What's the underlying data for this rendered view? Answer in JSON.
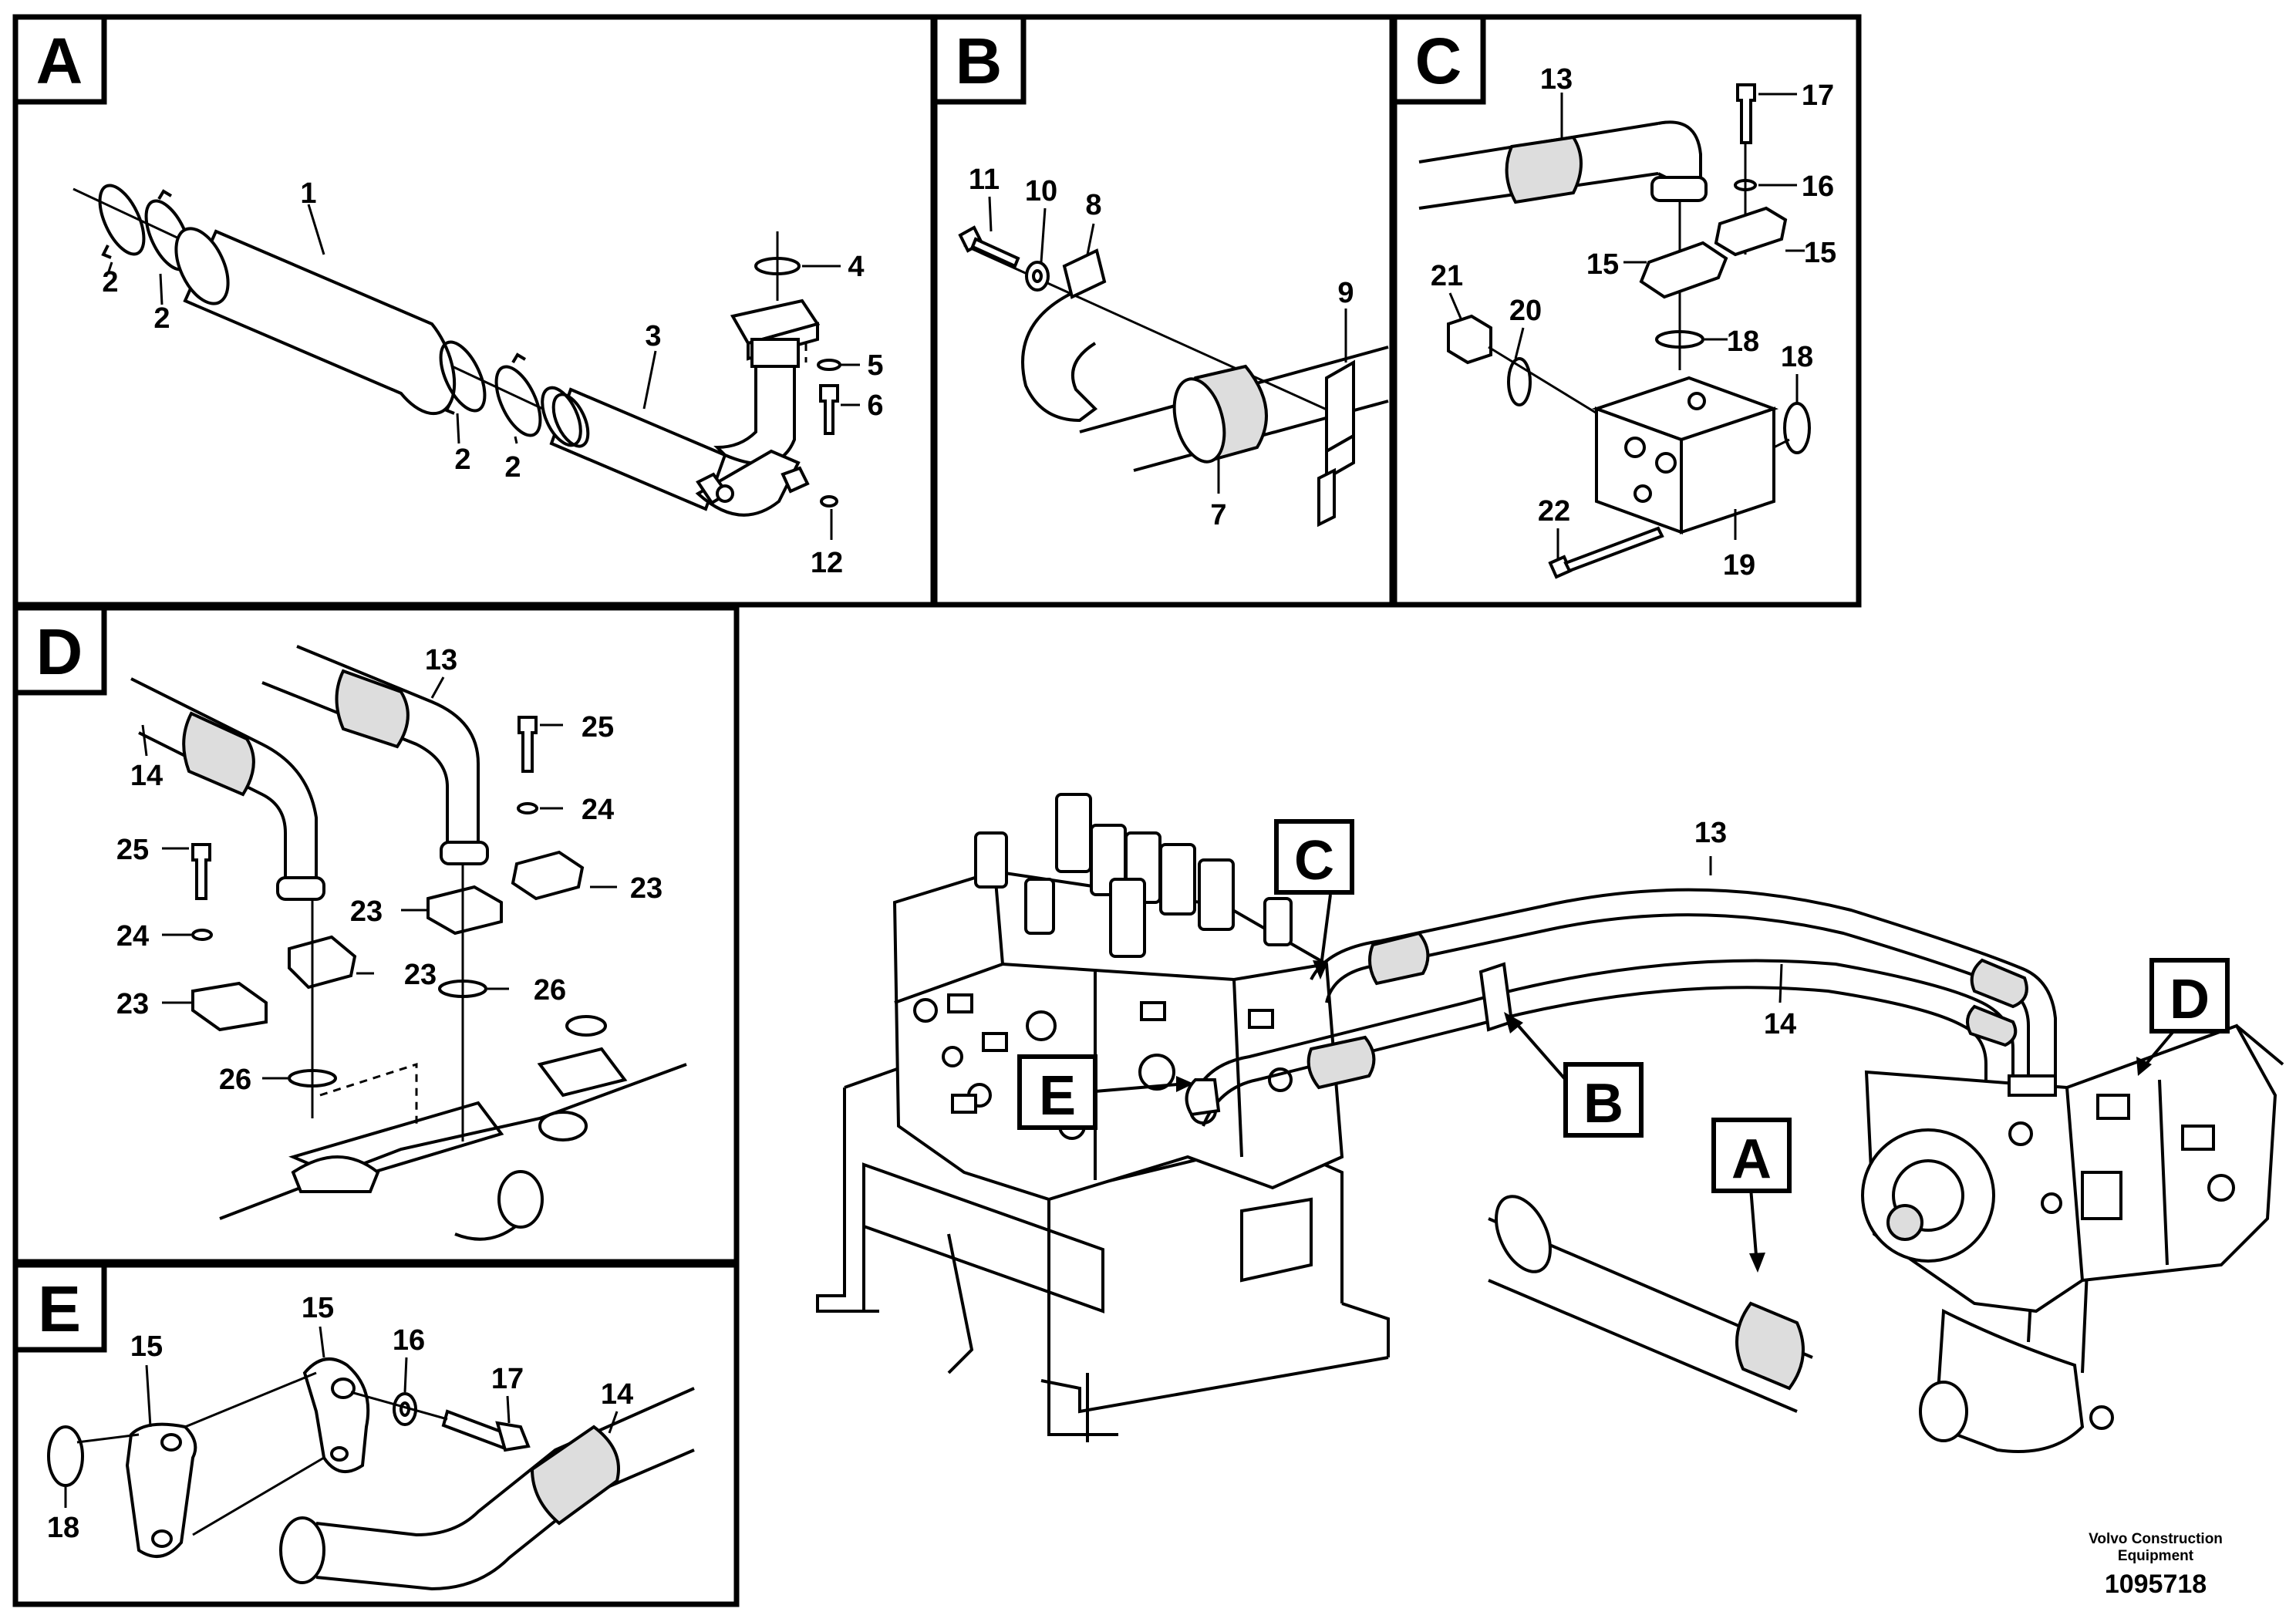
{
  "panels": [
    {
      "id": "A",
      "label": "A"
    },
    {
      "id": "B",
      "label": "B"
    },
    {
      "id": "C",
      "label": "C"
    },
    {
      "id": "D",
      "label": "D"
    },
    {
      "id": "E",
      "label": "E"
    }
  ],
  "callouts": {
    "A": [
      "1",
      "2",
      "2",
      "2",
      "2",
      "3",
      "4",
      "5",
      "6",
      "12"
    ],
    "B": [
      "11",
      "10",
      "8",
      "9",
      "7"
    ],
    "C": [
      "13",
      "17",
      "16",
      "15",
      "15",
      "21",
      "20",
      "18",
      "18",
      "22",
      "19"
    ],
    "D": [
      "13",
      "14",
      "25",
      "24",
      "25",
      "24",
      "23",
      "23",
      "23",
      "23",
      "26",
      "26"
    ],
    "E": [
      "15",
      "15",
      "16",
      "17",
      "14",
      "18"
    ],
    "main": [
      "13",
      "14"
    ]
  },
  "main_labels": [
    "C",
    "D",
    "E",
    "B",
    "A"
  ],
  "footer": {
    "company_line1": "Volvo Construction",
    "company_line2": "Equipment",
    "drawing_number": "1095718"
  }
}
